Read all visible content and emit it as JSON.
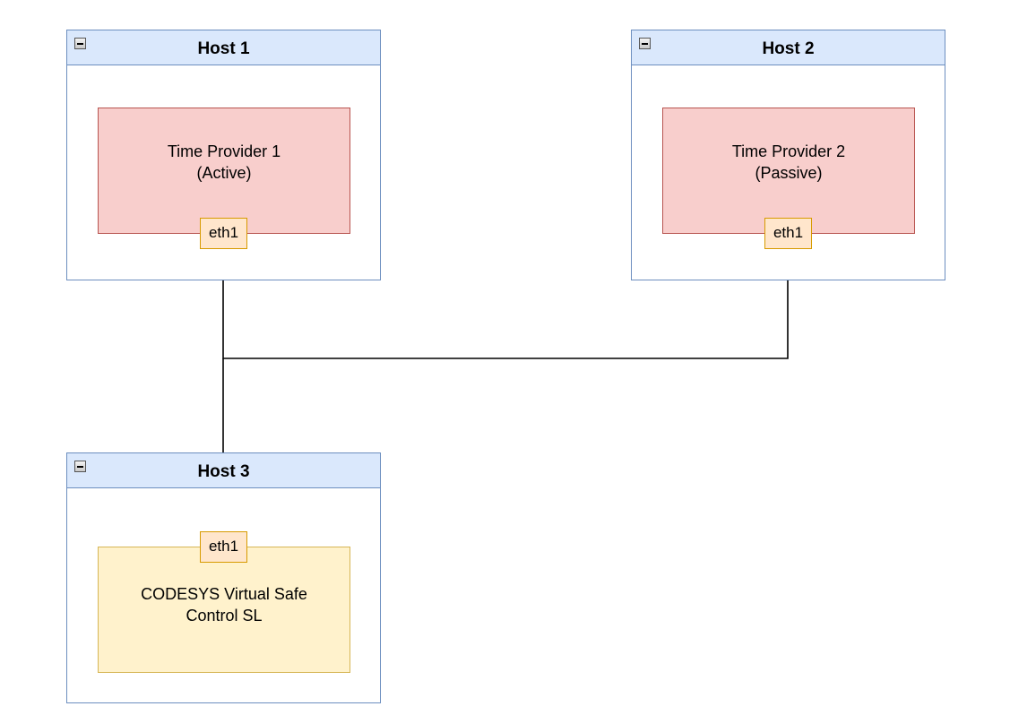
{
  "hosts": [
    {
      "title": "Host 1",
      "box_label": "Time Provider 1\n(Active)",
      "port": "eth1"
    },
    {
      "title": "Host 2",
      "box_label": "Time Provider 2\n(Passive)",
      "port": "eth1"
    },
    {
      "title": "Host 3",
      "box_label": "CODESYS Virtual Safe\nControl SL",
      "port": "eth1"
    }
  ],
  "colors": {
    "host_border": "#6c8ebf",
    "host_header": "#dae8fc",
    "provider_fill": "#f8cecc",
    "provider_border": "#b85450",
    "controller_fill": "#fff2cc",
    "controller_border": "#d6b656",
    "port_fill": "#ffe6cc",
    "port_border": "#d79b00"
  },
  "connections": [
    {
      "from": "Host 1 eth1",
      "to": "Host 2 eth1",
      "arrow": "end"
    },
    {
      "from": "Host 1 eth1",
      "to": "Host 3 eth1",
      "arrow": "end"
    }
  ]
}
